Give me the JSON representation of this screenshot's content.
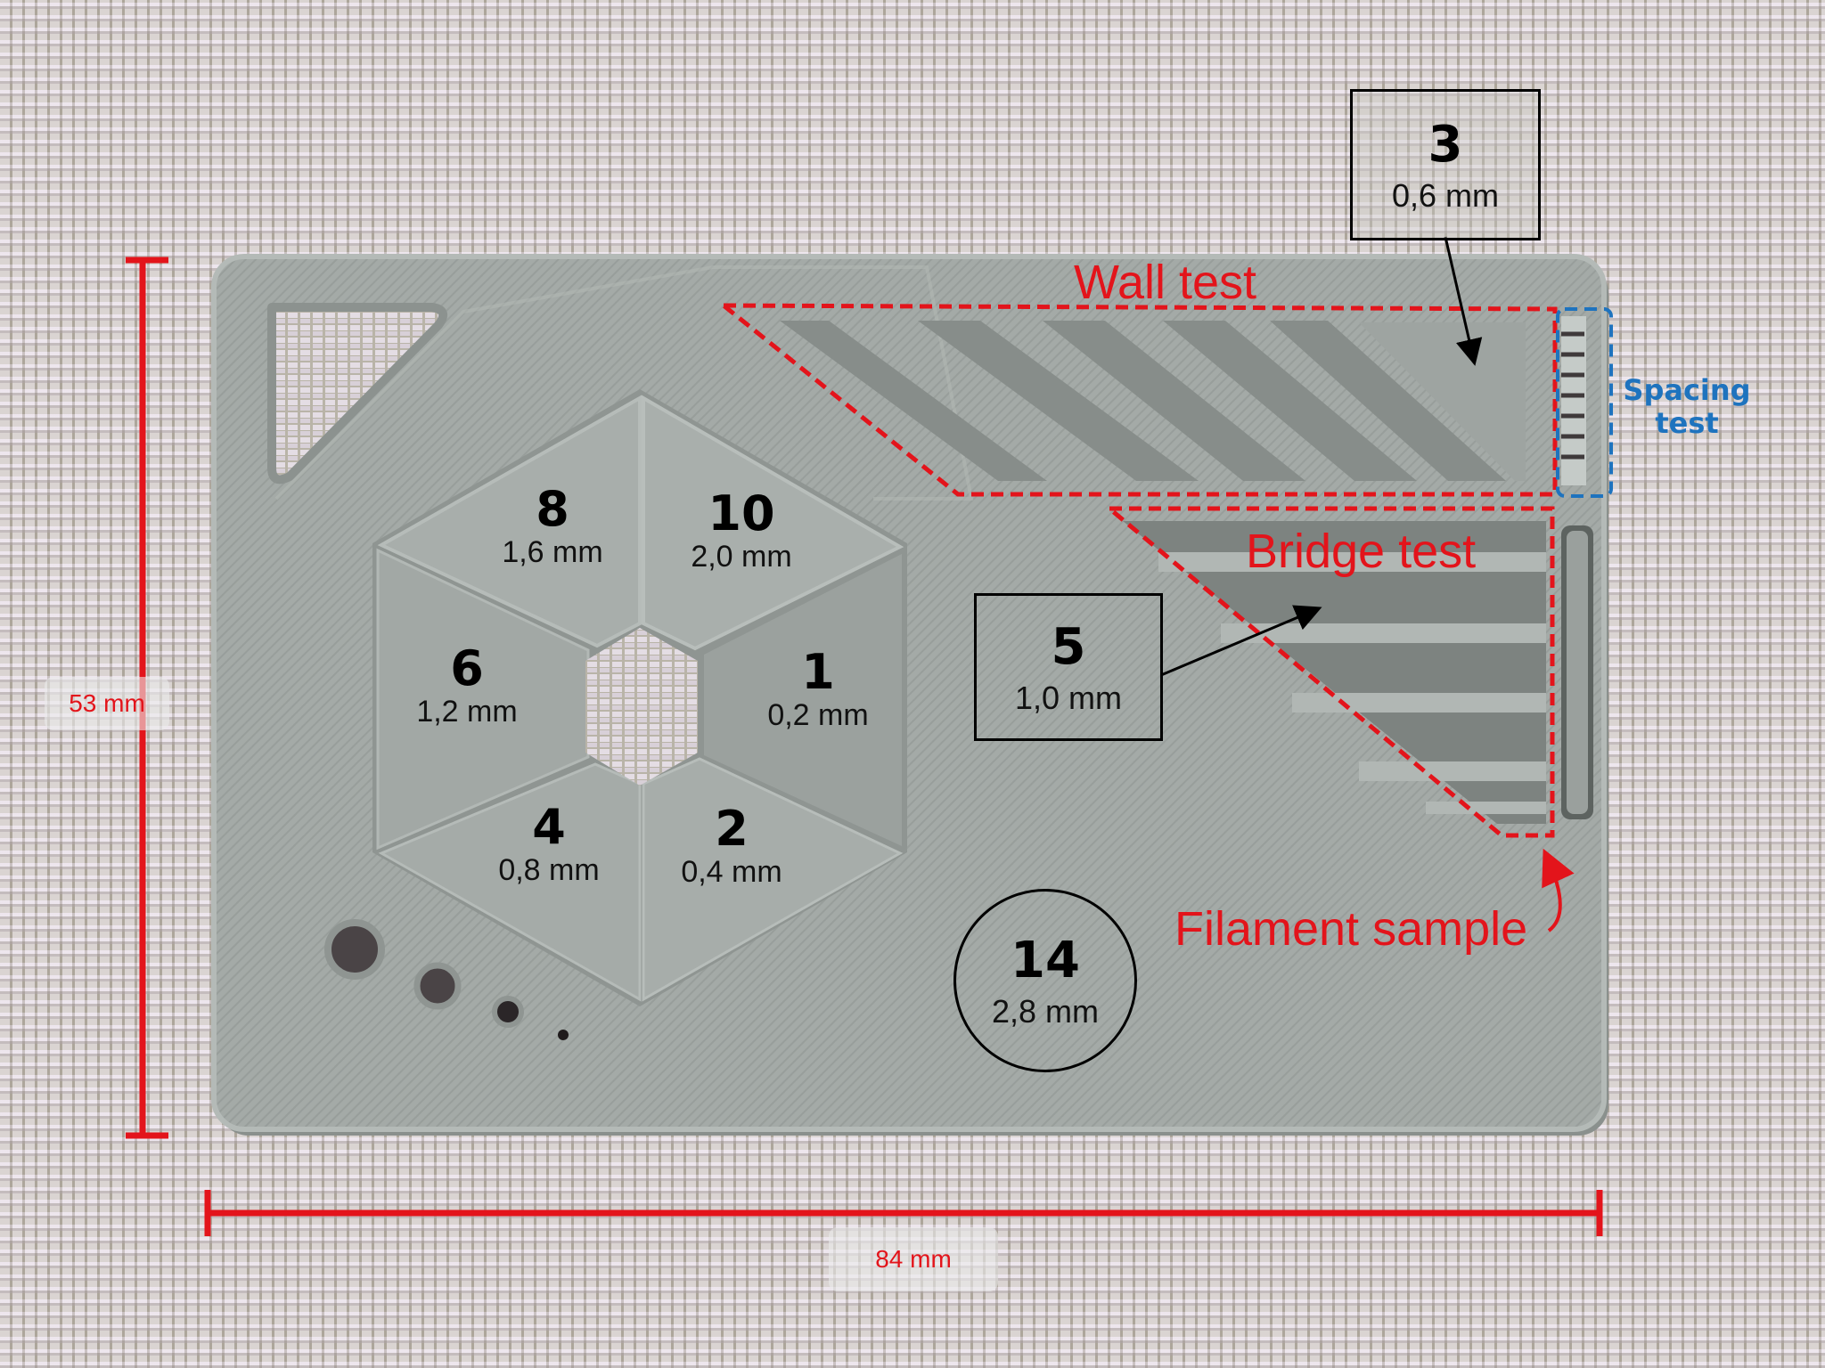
{
  "scene": {
    "description": "Photo of a grey 3D-printed filament swatch / test card on woven fabric, annotated with labels",
    "colors": {
      "card": "#a3a9a6",
      "card_shadow": "#8a908d",
      "annotation_red": "#e3141b",
      "annotation_blue": "#1e73be",
      "callout_black": "#000000"
    }
  },
  "dimensions": {
    "height_label": "53 mm",
    "width_label": "84 mm"
  },
  "hexagon_segments": [
    {
      "id": "seg-8",
      "number": "8",
      "thickness": "1,6 mm"
    },
    {
      "id": "seg-10",
      "number": "10",
      "thickness": "2,0 mm"
    },
    {
      "id": "seg-6",
      "number": "6",
      "thickness": "1,2 mm"
    },
    {
      "id": "seg-1",
      "number": "1",
      "thickness": "0,2 mm"
    },
    {
      "id": "seg-4",
      "number": "4",
      "thickness": "0,8 mm"
    },
    {
      "id": "seg-2",
      "number": "2",
      "thickness": "0,4 mm"
    }
  ],
  "callouts": {
    "wall_layers": {
      "number": "3",
      "thickness": "0,6 mm"
    },
    "bridge_layers": {
      "number": "5",
      "thickness": "1,0 mm"
    },
    "base_layers": {
      "number": "14",
      "thickness": "2,8 mm"
    }
  },
  "annotations": {
    "wall_test": "Wall test",
    "bridge_test": "Bridge test",
    "spacing_test_line1": "Spacing",
    "spacing_test_line2": "test",
    "filament_sample": "Filament sample"
  },
  "features": {
    "wall_test_slots": 6,
    "bridge_test_bars": 5,
    "spacing_test_fins": 7,
    "hole_sizes_count": 4
  }
}
